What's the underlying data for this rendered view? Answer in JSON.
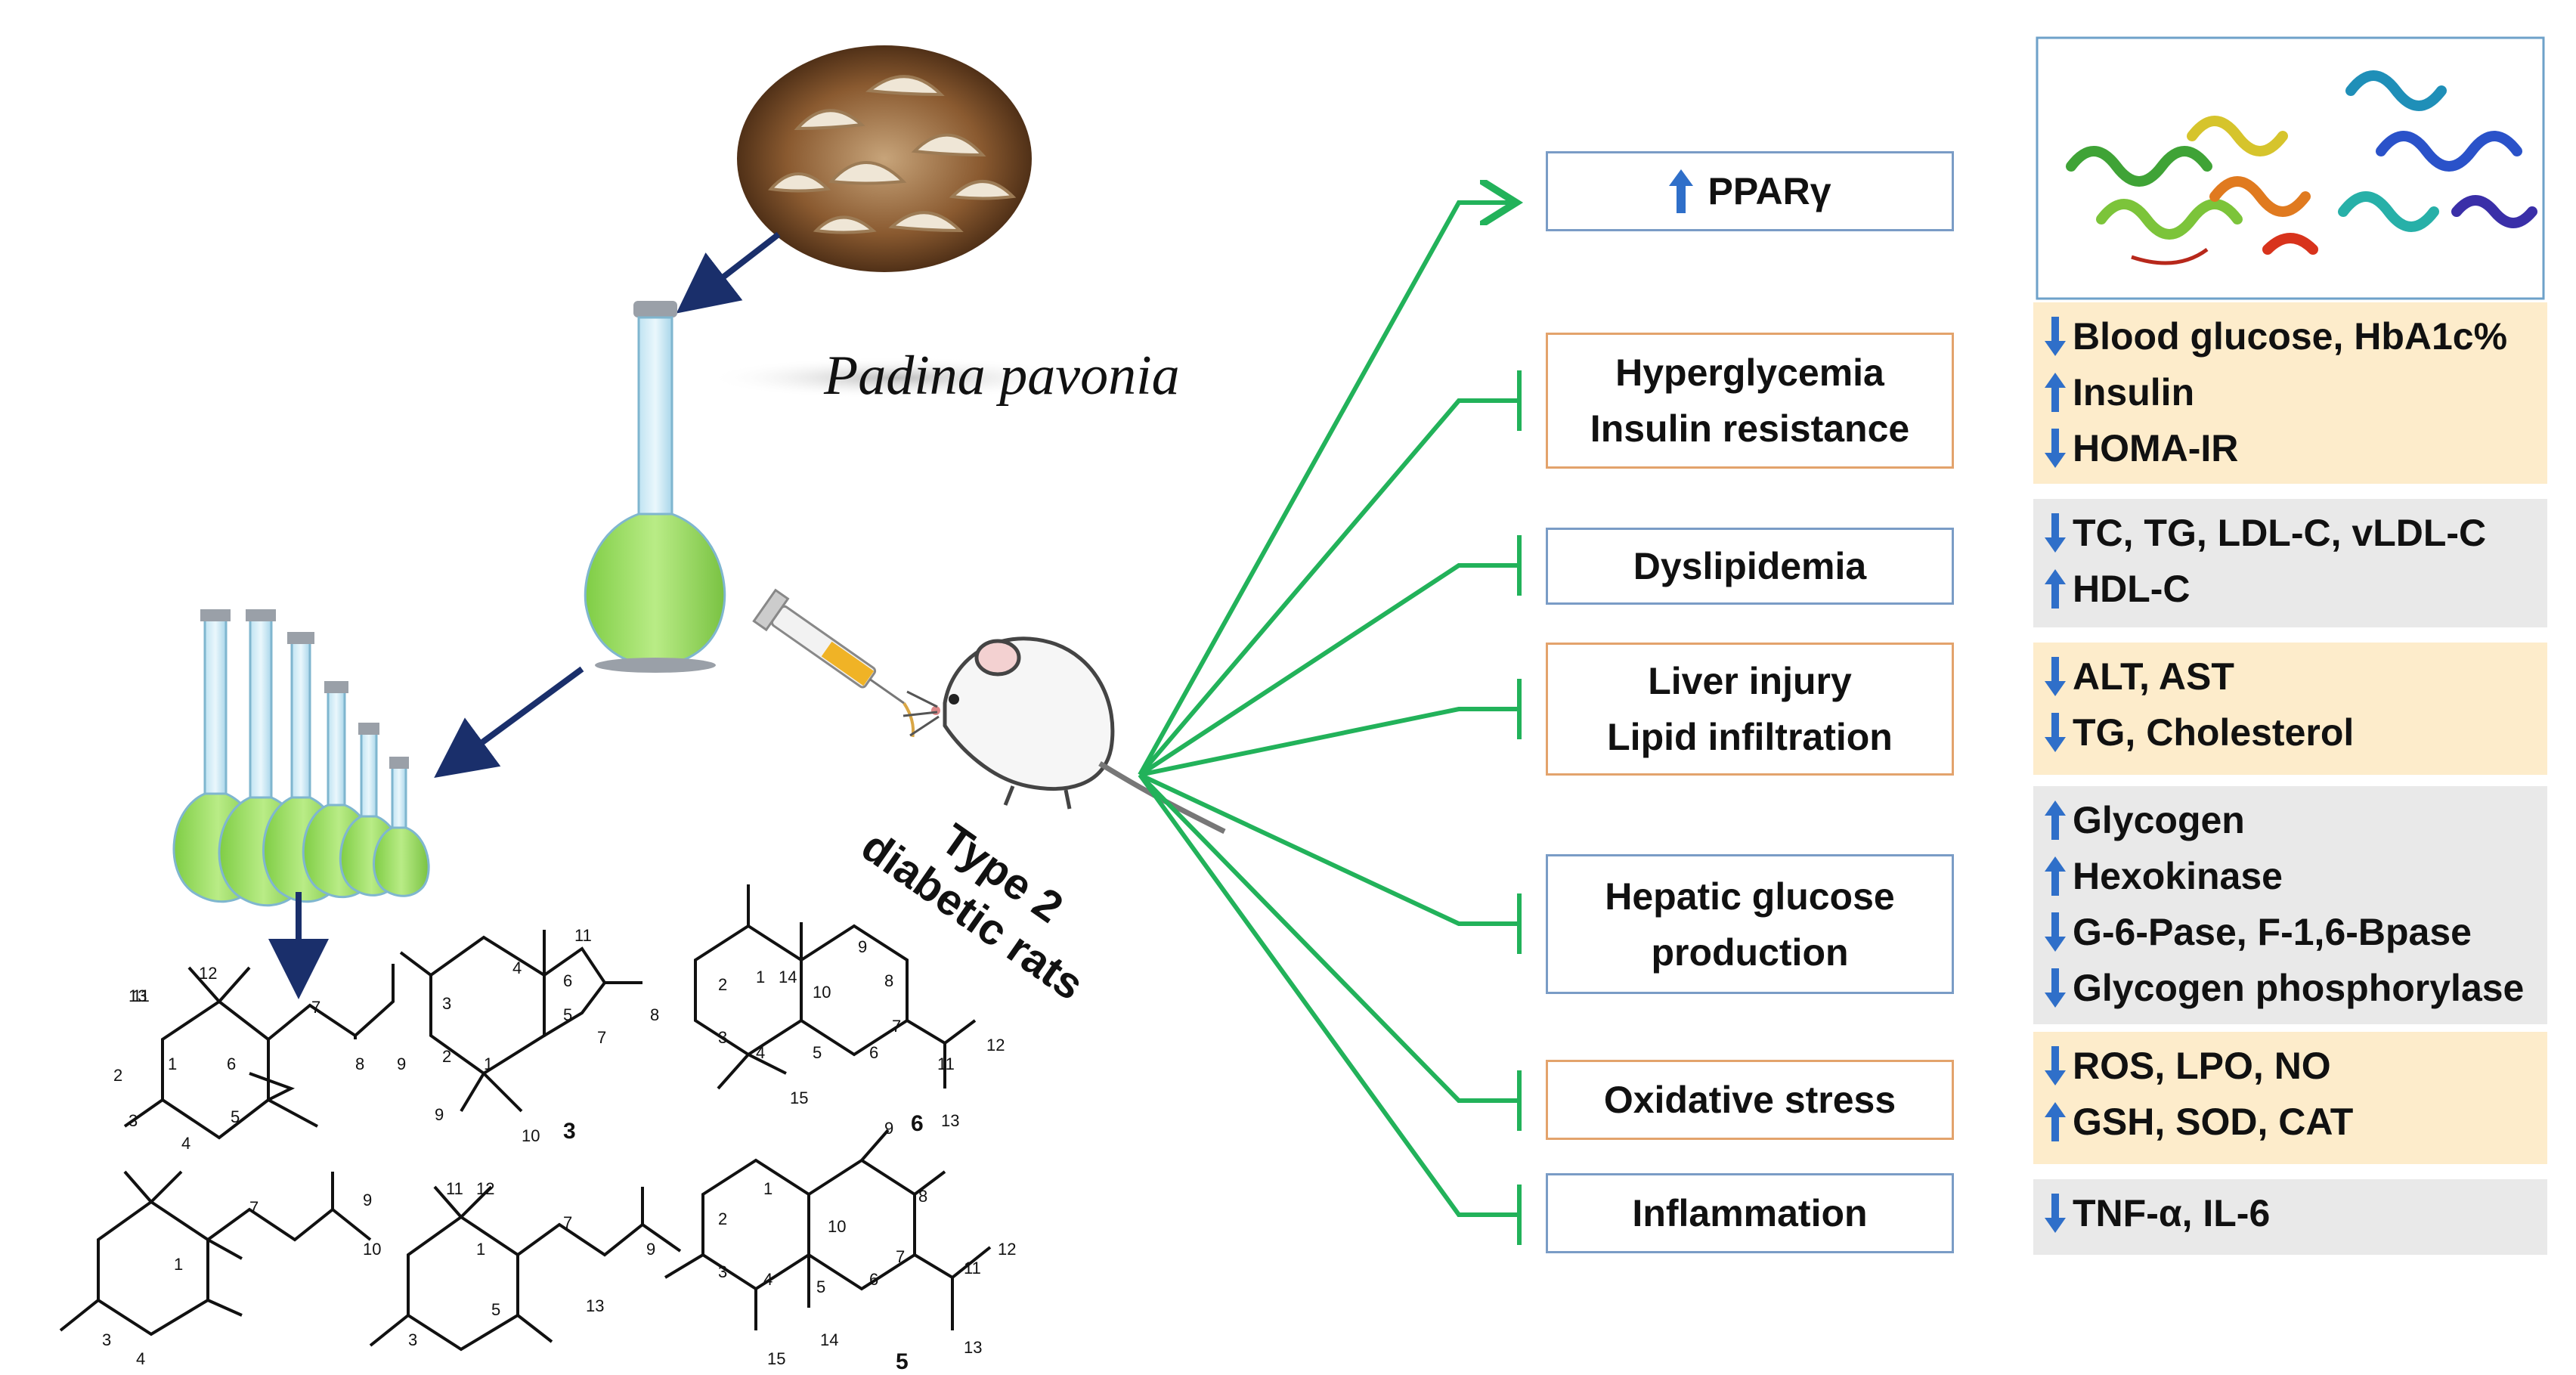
{
  "source": {
    "species": "Padina pavonia"
  },
  "animal_model": {
    "label_line1": "Type 2",
    "label_line2": "diabetic rats"
  },
  "target": {
    "label": "PPARγ",
    "direction": "up"
  },
  "pathways": [
    {
      "id": "glycemia",
      "lines": [
        "Hyperglycemia",
        "Insulin resistance"
      ],
      "border": "#e3a36c",
      "effects": [
        {
          "dir": "down",
          "text": "Blood glucose, HbA1c%"
        },
        {
          "dir": "up",
          "text": "Insulin"
        },
        {
          "dir": "down",
          "text": "HOMA-IR"
        }
      ],
      "bg": "yellow"
    },
    {
      "id": "lipid",
      "lines": [
        "Dyslipidemia"
      ],
      "border": "#7a9cc6",
      "effects": [
        {
          "dir": "down",
          "text": "TC, TG, LDL-C, vLDL-C"
        },
        {
          "dir": "up",
          "text": "HDL-C"
        }
      ],
      "bg": "gray"
    },
    {
      "id": "liver",
      "lines": [
        "Liver injury",
        "Lipid infiltration"
      ],
      "border": "#e3a36c",
      "effects": [
        {
          "dir": "down",
          "text": "ALT, AST"
        },
        {
          "dir": "down",
          "text": "TG, Cholesterol"
        }
      ],
      "bg": "yellow"
    },
    {
      "id": "hepatic",
      "lines": [
        "Hepatic glucose",
        "production"
      ],
      "border": "#7a9cc6",
      "effects": [
        {
          "dir": "up",
          "text": "Glycogen"
        },
        {
          "dir": "up",
          "text": "Hexokinase"
        },
        {
          "dir": "down",
          "text": "G-6-Pase, F-1,6-Bpase"
        },
        {
          "dir": "down",
          "text": "Glycogen phosphorylase"
        }
      ],
      "bg": "gray"
    },
    {
      "id": "oxidative",
      "lines": [
        "Oxidative stress"
      ],
      "border": "#e3a36c",
      "effects": [
        {
          "dir": "down",
          "text": "ROS, LPO, NO"
        },
        {
          "dir": "up",
          "text": "GSH, SOD, CAT"
        }
      ],
      "bg": "yellow"
    },
    {
      "id": "inflammation",
      "lines": [
        "Inflammation"
      ],
      "border": "#7a9cc6",
      "effects": [
        {
          "dir": "down",
          "text": "TNF-α, IL-6"
        }
      ],
      "bg": "gray"
    }
  ],
  "compounds": [
    {
      "label": "3",
      "atoms": [
        "11",
        "4",
        "3",
        "2",
        "1",
        "9",
        "10",
        "5",
        "6",
        "7",
        "8"
      ]
    },
    {
      "label": "6",
      "atoms": [
        "1",
        "2",
        "3",
        "4",
        "5",
        "6",
        "7",
        "8",
        "9",
        "10",
        "11",
        "12",
        "13",
        "14",
        "15"
      ]
    },
    {
      "label": "5",
      "atoms": [
        "1",
        "2",
        "3",
        "4",
        "5",
        "6",
        "7",
        "8",
        "9",
        "10",
        "11",
        "12",
        "13",
        "14",
        "15"
      ]
    },
    {
      "label": "",
      "atoms": [
        "1",
        "2",
        "3",
        "4",
        "5",
        "6",
        "7",
        "8",
        "9",
        "11",
        "12",
        "13"
      ]
    },
    {
      "label": "",
      "atoms": [
        "1",
        "3",
        "4",
        "7",
        "9",
        "10"
      ]
    },
    {
      "label": "",
      "atoms": [
        "1",
        "3",
        "5",
        "7",
        "9",
        "11",
        "12",
        "13"
      ]
    }
  ],
  "colors": {
    "connector": "#22b25a",
    "arrow_up_down": "#2f6fc9",
    "process_arrow": "#1a2f6b",
    "flask_liquid": "#9ddb5c",
    "box_border_blue": "#7a9cc6",
    "box_border_orange": "#e3a36c"
  },
  "icons": [
    "seaweed-photo",
    "volumetric-flask",
    "flask-series",
    "syringe",
    "rat",
    "protein-structure"
  ]
}
